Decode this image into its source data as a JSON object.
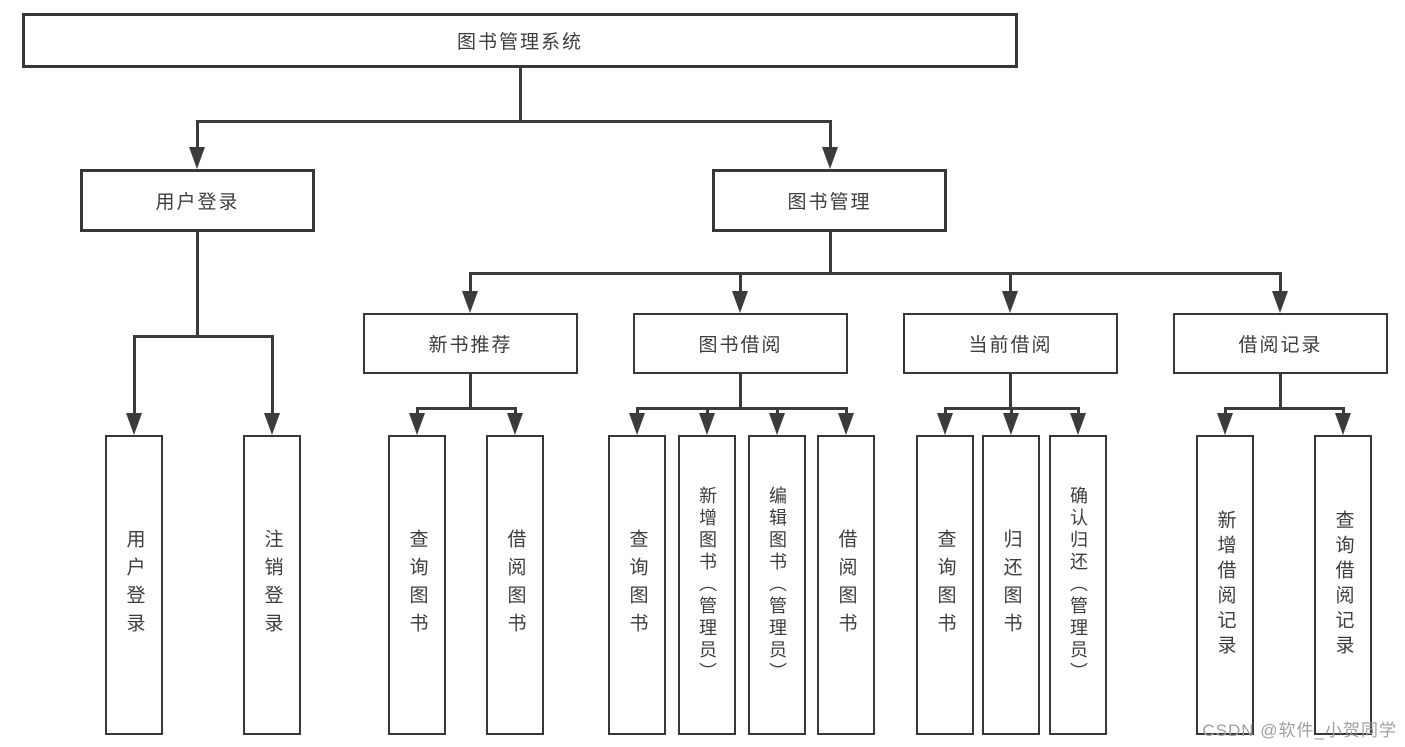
{
  "watermark": "CSDN @软件_小贺同学",
  "colors": {
    "line": "#3b3b3b",
    "text": "#3d3d3d",
    "watermark_text": "#a0a0a0",
    "background": "#ffffff"
  },
  "tree": {
    "root": {
      "label": "图书管理系统"
    },
    "level2": [
      {
        "label": "用户登录",
        "children": [
          {
            "label": "用户登录"
          },
          {
            "label": "注销登录"
          }
        ]
      },
      {
        "label": "图书管理",
        "children": [
          {
            "label": "新书推荐",
            "children": [
              {
                "label": "查询图书"
              },
              {
                "label": "借阅图书"
              }
            ]
          },
          {
            "label": "图书借阅",
            "children": [
              {
                "label": "查询图书"
              },
              {
                "label": "新增图书（管理员）"
              },
              {
                "label": "编辑图书（管理员）"
              },
              {
                "label": "借阅图书"
              }
            ]
          },
          {
            "label": "当前借阅",
            "children": [
              {
                "label": "查询图书"
              },
              {
                "label": "归还图书"
              },
              {
                "label": "确认归还（管理员）"
              }
            ]
          },
          {
            "label": "借阅记录",
            "children": [
              {
                "label": "新增借阅记录"
              },
              {
                "label": "查询借阅记录"
              }
            ]
          }
        ]
      }
    ]
  }
}
